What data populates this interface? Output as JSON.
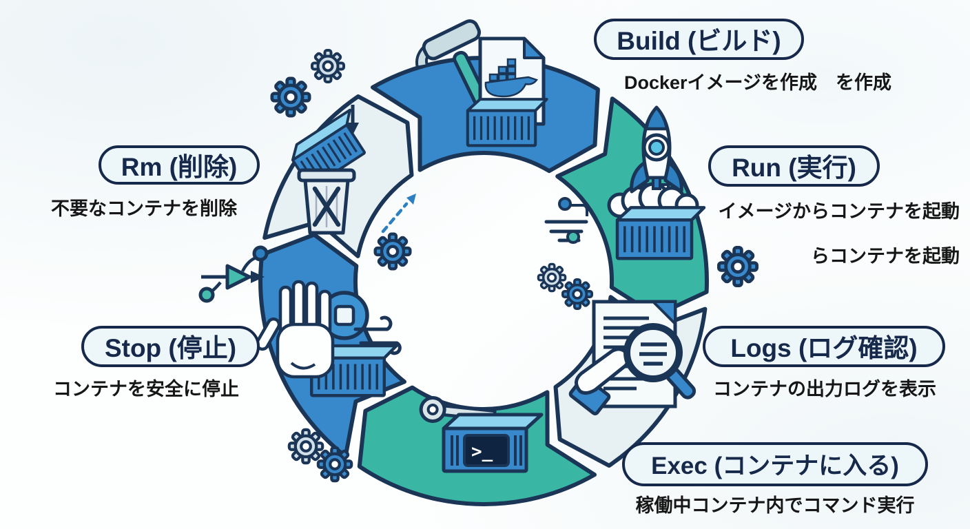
{
  "diagram": {
    "subject": "Docker container lifecycle cycle",
    "cycle_direction": "clockwise"
  },
  "colors": {
    "blue": "#3789CB",
    "teal": "#3AB6A4",
    "pale": "#E7F0F3",
    "outline": "#1B3557",
    "pill_border": "#16294B",
    "pill_bg": "#EDF6F9",
    "desc_text": "#161616",
    "accent_blue": "#2D7FC0",
    "accent_teal": "#45BCAE"
  },
  "steps": [
    {
      "id": "build",
      "label": "Build (ビルド)",
      "desc": "Dockerイメージを作成　を作成",
      "color": "blue",
      "icon": "hammer-dockerfile-container"
    },
    {
      "id": "run",
      "label": "Run (実行)",
      "desc": "イメージからコンテナを起動",
      "desc_extra": "らコンテナを起動",
      "color": "teal",
      "icon": "rocket-launch-container"
    },
    {
      "id": "logs",
      "label": "Logs (ログ確認)",
      "desc": "コンテナの出力ログを表示",
      "color": "pale",
      "icon": "document-magnifier-hand"
    },
    {
      "id": "exec",
      "label": "Exec (コンテナに入る)",
      "desc": "稼働中コンテナ内でコマンド実行",
      "color": "teal",
      "terminal_text": ">_",
      "icon": "key-terminal-container"
    },
    {
      "id": "stop",
      "label": "Stop (停止)",
      "desc": "コンテナを安全に停止",
      "color": "blue",
      "icon": "hand-stop-container"
    },
    {
      "id": "rm",
      "label": "Rm (削除)",
      "desc": "不要なコンテナを削除",
      "color": "pale",
      "icon": "container-into-trash"
    }
  ],
  "decor_icons": [
    "gear-icon",
    "flow-branch-icon",
    "circuit-dots-icon",
    "wind-swirl-icon",
    "dashed-arrow-icon",
    "down-arrow-icon"
  ]
}
